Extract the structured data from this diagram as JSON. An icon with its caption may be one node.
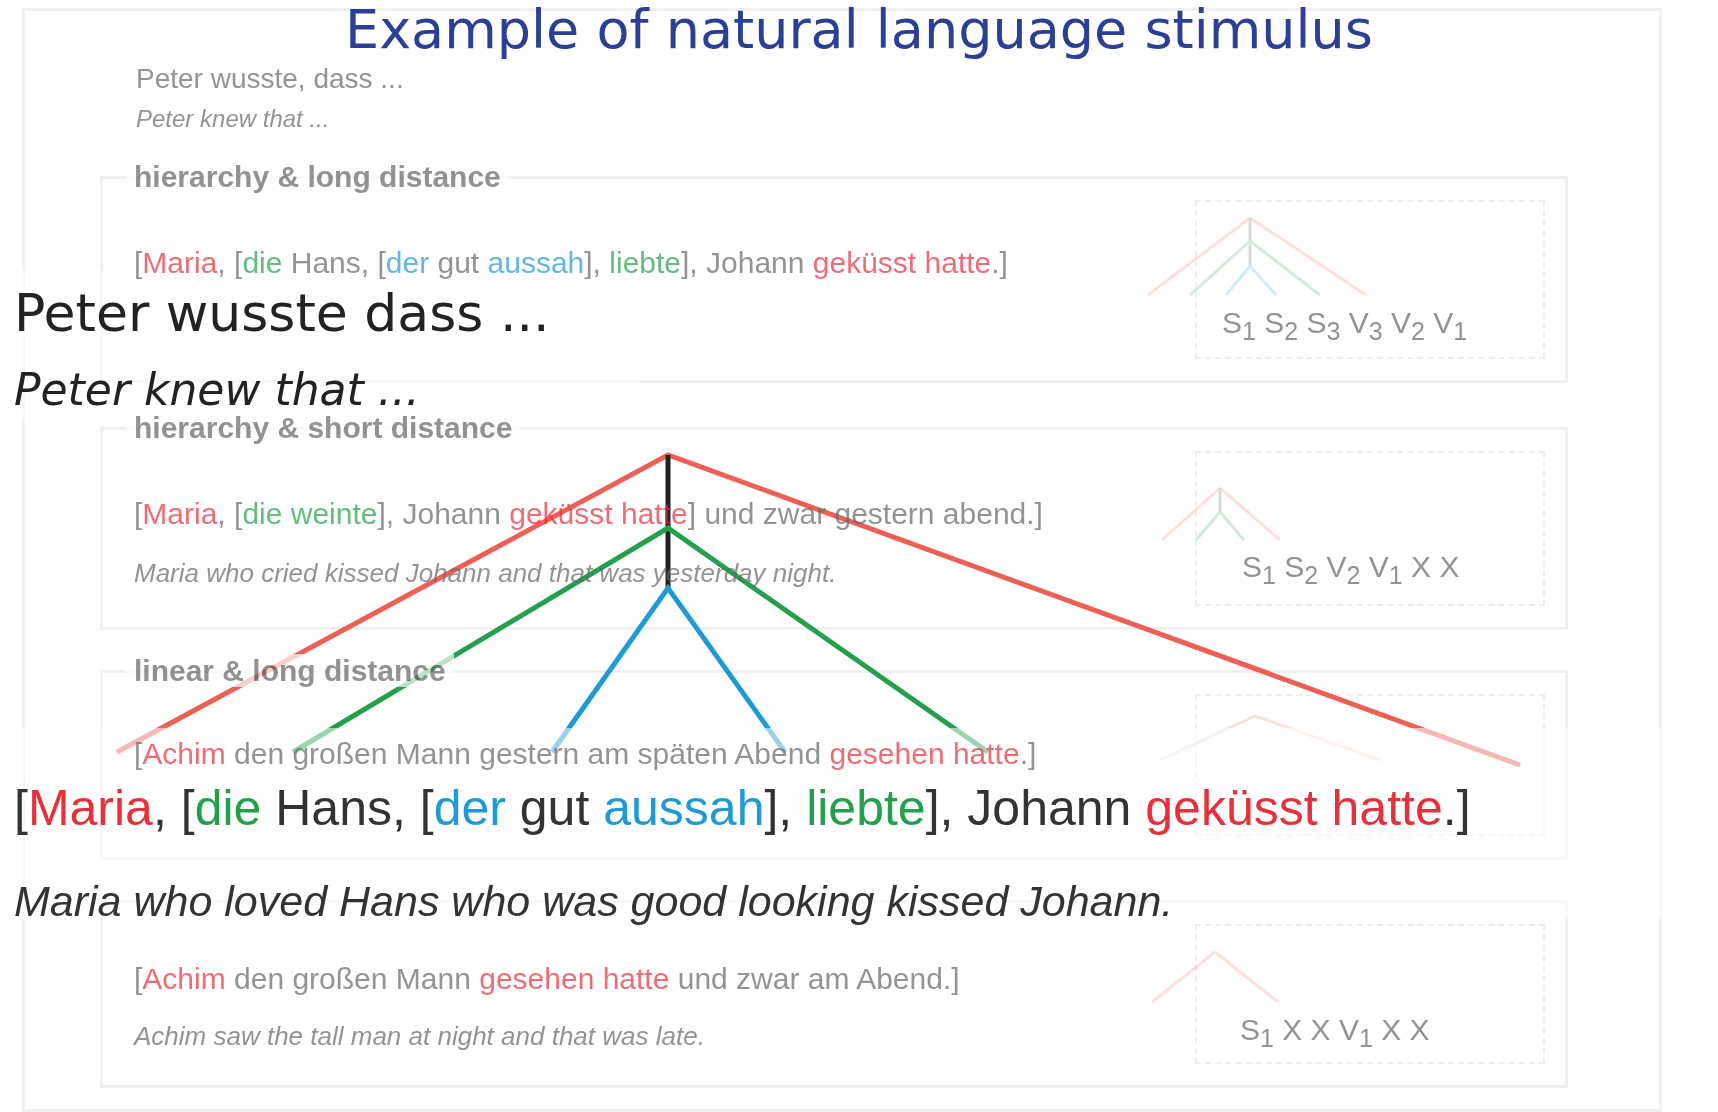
{
  "diagram": {
    "title": "Example of natural language stimulus",
    "labels": [
      "Peter wusste, dass ...",
      "Peter knew that ...",
      "hierarchy & long distance",
      "[Maria, [die Hans, [der gut aussah], liebte], Johann geküsst hatte.]",
      "S$_{1}$ S$_{2}$ S$_{3}$ V$_{3}$ V$_{2}$ V$_{1}$",
      "Peter wusste dass ...",
      "Peter knew that ...",
      "hierarchy & short distance",
      "[Maria, [die weinte], Johann geküsst hatte] und zwar gestern abend.]",
      "Maria who cried kissed Johann and that was yesterday night.",
      "S$_{1}$ S$_{2}$ V$_{2}$ V$_{1}$ X X",
      "linear & long distance",
      "[Achim den großen Mann gestern am späten Abend gesehen hatte.]",
      "[Maria, [die Hans, [der gut aussah], liebte], Johann geküsst hatte.]",
      "Maria who loved Hans who was good looking kissed Johann.",
      "[Achim den großen Mann gesehen hatte und zwar am Abend.]",
      "Achim saw the tall man at night and that was late.",
      "S$_{1}$ X X V$_{1}$ X X"
    ]
  }
}
